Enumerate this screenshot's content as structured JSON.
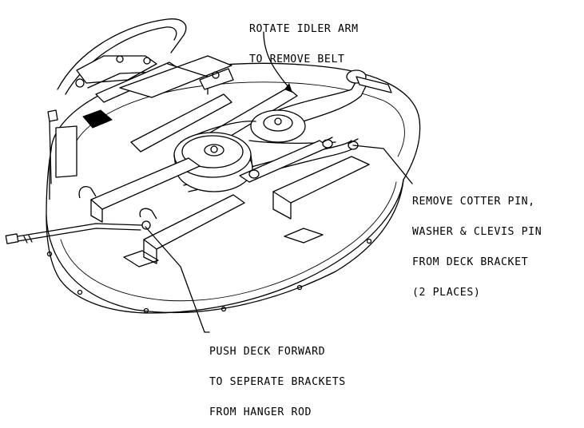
{
  "callouts": {
    "idler": [
      "ROTATE IDLER ARM",
      "TO REMOVE BELT"
    ],
    "cotter": [
      "REMOVE COTTER PIN,",
      "WASHER & CLEVIS PIN",
      "FROM DECK BRACKET",
      "(2 PLACES)"
    ],
    "push": [
      "PUSH DECK FORWARD",
      "TO SEPERATE BRACKETS",
      "FROM HANGER ROD"
    ]
  },
  "colors": {
    "ink": "#000000",
    "paper": "#ffffff"
  }
}
